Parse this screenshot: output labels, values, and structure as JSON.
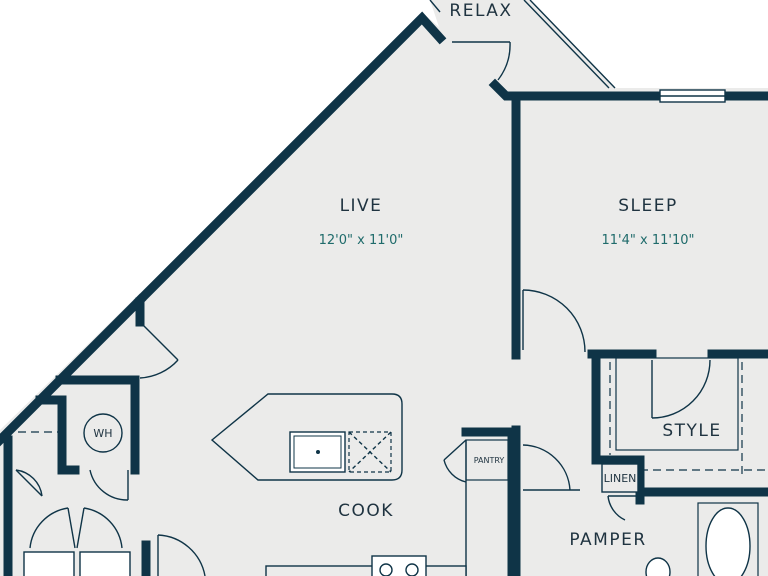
{
  "rooms": {
    "relax": {
      "label": "RELAX"
    },
    "live": {
      "label": "LIVE",
      "dimensions": "12'0\" x 11'0\""
    },
    "sleep": {
      "label": "SLEEP",
      "dimensions": "11'4\" x 11'10\""
    },
    "style": {
      "label": "STYLE"
    },
    "cook": {
      "label": "COOK"
    },
    "pamper": {
      "label": "PAMPER"
    },
    "linen": {
      "label": "LINEN"
    },
    "pantry": {
      "label": "PANTRY"
    },
    "wh": {
      "label": "WH"
    }
  },
  "colors": {
    "wall": "#0f3447",
    "floor": "#ebebea",
    "dimension_text": "#1f6b6b",
    "label_text": "#1f3340"
  }
}
